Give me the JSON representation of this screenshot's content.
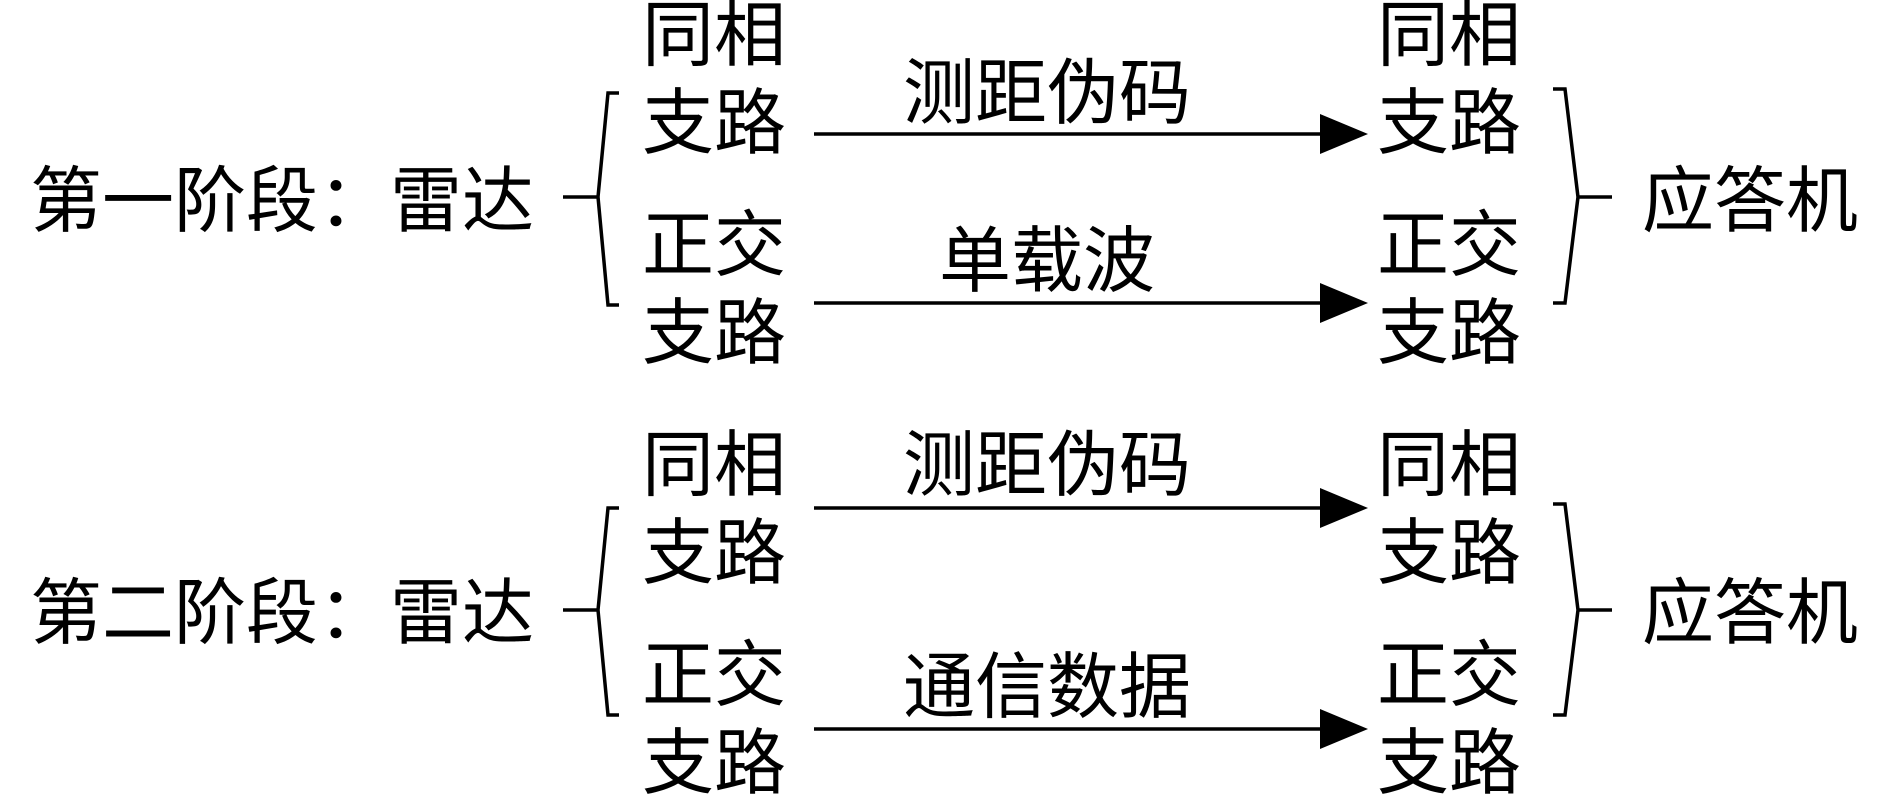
{
  "stages": [
    {
      "label": "第一阶段：雷达",
      "target": "应答机",
      "channels": [
        {
          "source": [
            "同相",
            "支路"
          ],
          "signal": "测距伪码",
          "dest": [
            "同相",
            "支路"
          ]
        },
        {
          "source": [
            "正交",
            "支路"
          ],
          "signal": "单载波",
          "dest": [
            "正交",
            "支路"
          ]
        }
      ]
    },
    {
      "label": "第二阶段：雷达",
      "target": "应答机",
      "channels": [
        {
          "source": [
            "同相",
            "支路"
          ],
          "signal": "测距伪码",
          "dest": [
            "同相",
            "支路"
          ]
        },
        {
          "source": [
            "正交",
            "支路"
          ],
          "signal": "通信数据",
          "dest": [
            "正交",
            "支路"
          ]
        }
      ]
    }
  ]
}
